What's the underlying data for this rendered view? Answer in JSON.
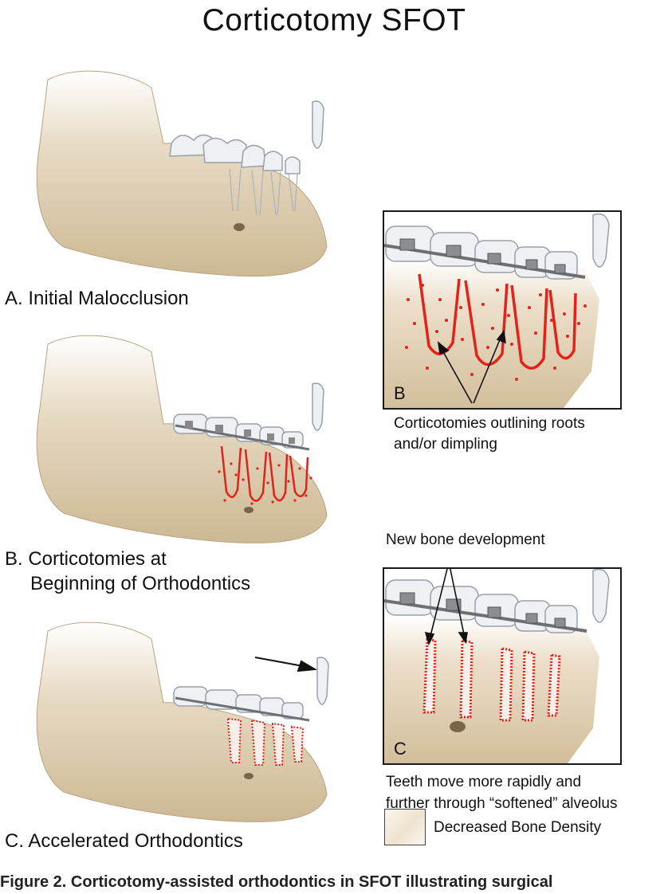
{
  "title": "Corticotomy SFOT",
  "panels": {
    "a": {
      "label": "A. Initial Malocclusion"
    },
    "b": {
      "label_line1": "B. Corticotomies at",
      "label_line2": "Beginning of Orthodontics"
    },
    "c": {
      "label": "C. Accelerated  Orthodontics"
    }
  },
  "insets": {
    "b": {
      "letter": "B",
      "caption_line1": "Corticotomies outlining roots",
      "caption_line2": "and/or dimpling"
    },
    "c": {
      "letter": "C",
      "top_label": "New bone development",
      "caption_line1": "Teeth move more rapidly and",
      "caption_line2": "further through “softened” alveolus"
    }
  },
  "legend": {
    "label": "Decreased Bone Density"
  },
  "figure_caption": "Figure 2. Corticotomy-assisted orthodontics in SFOT illustrating surgical",
  "colors": {
    "bone": "#dfcfb4",
    "bone_dark": "#b9a483",
    "tooth": "#eef0f3",
    "corticotomy": "#e2231a",
    "outline": "#1a1a1a"
  }
}
